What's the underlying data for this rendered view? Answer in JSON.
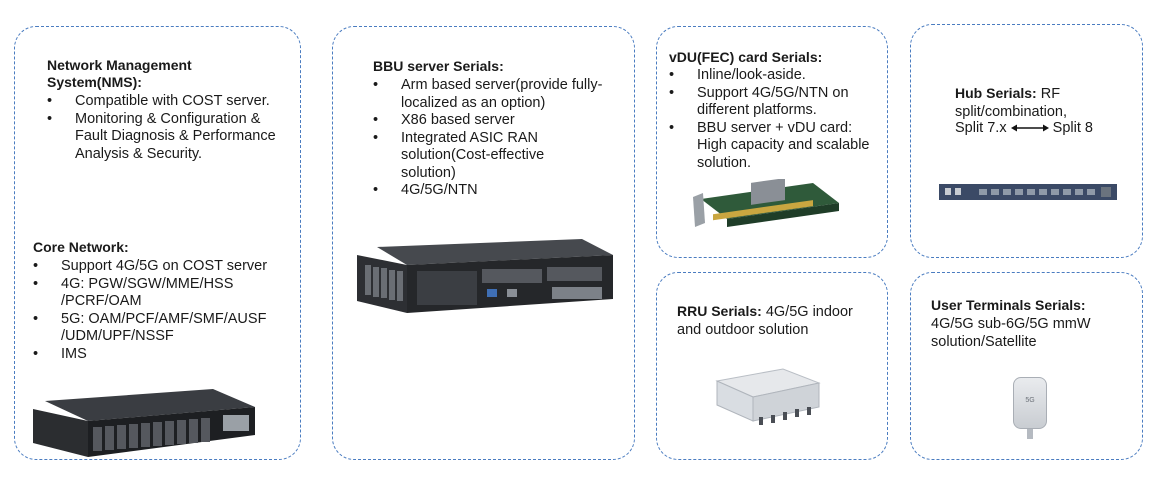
{
  "nms": {
    "title": "Network Management System(NMS):",
    "items": [
      "Compatible with COST server.",
      "Monitoring & Configuration & Fault Diagnosis & Performance Analysis & Security."
    ]
  },
  "core": {
    "title": "Core Network:",
    "items": [
      "Support 4G/5G on COST server",
      "4G:  PGW/SGW/MME/HSS /PCRF/OAM",
      "5G: OAM/PCF/AMF/SMF/AUSF /UDM/UPF/NSSF",
      "IMS"
    ]
  },
  "bbu": {
    "title": "BBU server Serials:",
    "items": [
      "Arm based server(provide fully-localized as an option)",
      "X86 based server",
      "Integrated ASIC RAN solution(Cost-effective solution)",
      "4G/5G/NTN"
    ]
  },
  "vdu": {
    "title": "vDU(FEC) card Serials:",
    "items": [
      "Inline/look-aside.",
      "Support 4G/5G/NTN on different platforms.",
      "BBU server + vDU card: High capacity and scalable solution."
    ]
  },
  "hub": {
    "title": "Hub Serials:",
    "text1": " RF split/combination,",
    "split_left": "Split 7.x",
    "split_right": "Split 8"
  },
  "rru": {
    "title": "RRU Serials:",
    "text": " 4G/5G indoor and outdoor solution"
  },
  "ut": {
    "title": "User Terminals Serials:",
    "text": "4G/5G sub-6G/5G mmW solution/Satellite",
    "device_label": "5G"
  },
  "colors": {
    "border": "#4a7cc0"
  }
}
